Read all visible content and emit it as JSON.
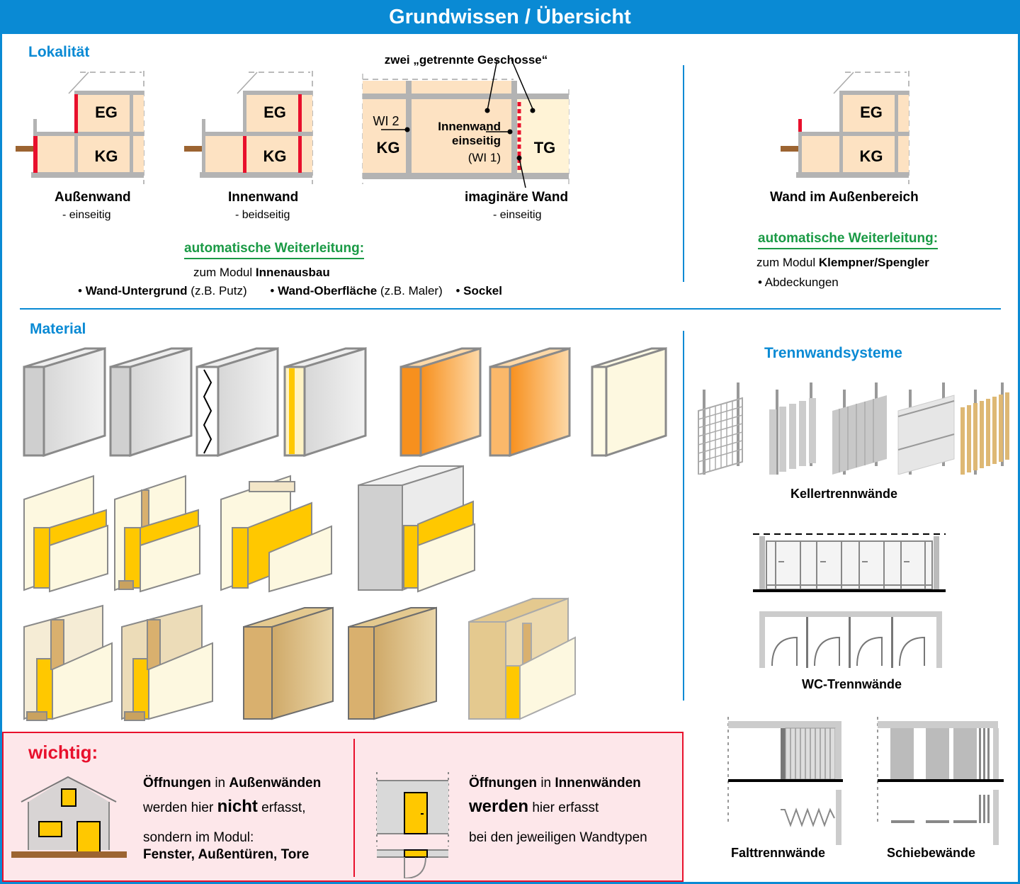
{
  "header": {
    "title": "Grundwissen / Übersicht"
  },
  "lokalitaet": {
    "title": "Lokalität",
    "floor_labels": {
      "eg": "EG",
      "kg": "KG",
      "tg": "TG",
      "wi2": "WI 2"
    },
    "note_top": "zwei „getrennte Geschosse“",
    "inner_note": [
      "Innenwand",
      "einseitig",
      "(WI 1)"
    ],
    "walls": [
      {
        "name": "Außenwand",
        "sub": "- einseitig"
      },
      {
        "name": "Innenwand",
        "sub": "- beidseitig"
      },
      {
        "name": "imaginäre Wand",
        "sub": "- einseitig"
      }
    ],
    "forward": {
      "title": "automatische Weiterleitung:",
      "module_prefix": "zum Modul",
      "module": "Innenausbau",
      "bullets": [
        {
          "bold": "Wand-Untergrund",
          "rest": "(z.B. Putz)"
        },
        {
          "bold": "Wand-Oberfläche",
          "rest": "(z.B. Maler)"
        },
        {
          "bold": "Sockel",
          "rest": ""
        }
      ]
    },
    "outside": {
      "name": "Wand im Außenbereich",
      "forward_title": "automatische Weiterleitung:",
      "module_prefix": "zum Modul",
      "module": "Klempner/Spengler",
      "bullet": "Abdeckungen"
    }
  },
  "material": {
    "title": "Material"
  },
  "trennwand": {
    "title": "Trennwandsysteme",
    "keller": "Kellertrennwände",
    "wc": "WC-Trennwände",
    "falt": "Falttrennwände",
    "schiebe": "Schiebewände"
  },
  "wichtig": {
    "title": "wichtig:",
    "left": {
      "l1_b1": "Öffnungen",
      "l1_m": "in",
      "l1_b2": "Außenwänden",
      "l2_a": "werden hier",
      "l2_b": "nicht",
      "l2_c": "erfasst,",
      "l3": "sondern im Modul:",
      "l4": "Fenster, Außentüren, Tore"
    },
    "right": {
      "l1_b1": "Öffnungen",
      "l1_m": "in",
      "l1_b2": "Innenwänden",
      "l2_b": "werden",
      "l2_c": "hier erfasst",
      "l3": "bei den jeweiligen Wandtypen"
    }
  },
  "colors": {
    "brand_blue": "#0a8ad4",
    "accent_green": "#1a9a45",
    "alert_red": "#e8102c",
    "room_fill": "#fde2c2",
    "insulation": "#ffc800"
  }
}
